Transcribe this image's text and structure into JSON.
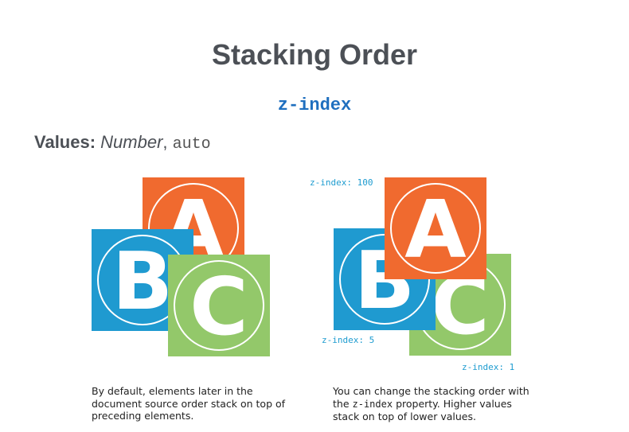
{
  "title": "Stacking Order",
  "property": "z-index",
  "values": {
    "label": "Values:",
    "number": "Number",
    "separator": ",",
    "auto": "auto"
  },
  "colors": {
    "block_a": "#f06a2f",
    "block_b": "#1f9ad0",
    "block_c": "#93c86a",
    "label": "#1e9cd0"
  },
  "left_figure": {
    "blocks": [
      {
        "letter": "A"
      },
      {
        "letter": "B"
      },
      {
        "letter": "C"
      }
    ],
    "caption": "By default, elements later in the document source order stack on top of preceding elements."
  },
  "right_figure": {
    "blocks": [
      {
        "letter": "B",
        "z_label": "z-index: 5"
      },
      {
        "letter": "C",
        "z_label": "z-index: 1"
      },
      {
        "letter": "A",
        "z_label": "z-index: 100"
      }
    ],
    "caption_pre": "You can change the stacking order with the",
    "caption_code": "z-index",
    "caption_post": "property. Higher values stack on top of lower values."
  }
}
